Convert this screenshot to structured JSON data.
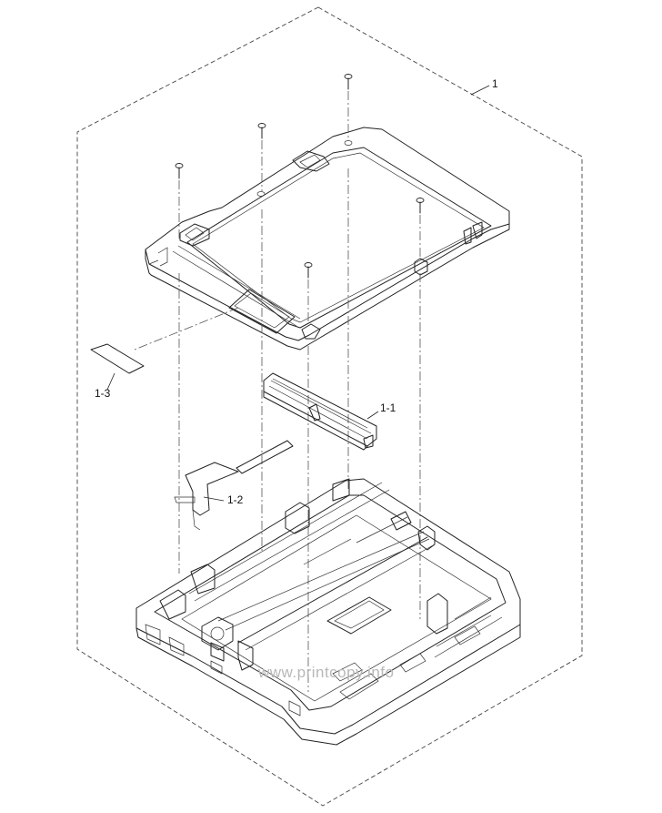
{
  "callouts": {
    "assembly": "1",
    "part_1_1": "1-1",
    "part_1_2": "1-2",
    "part_1_3": "1-3"
  },
  "watermark": "www.printcopy.info",
  "colors": {
    "line": "#222222",
    "watermark": "#b8b8b8",
    "background": "#ffffff"
  }
}
